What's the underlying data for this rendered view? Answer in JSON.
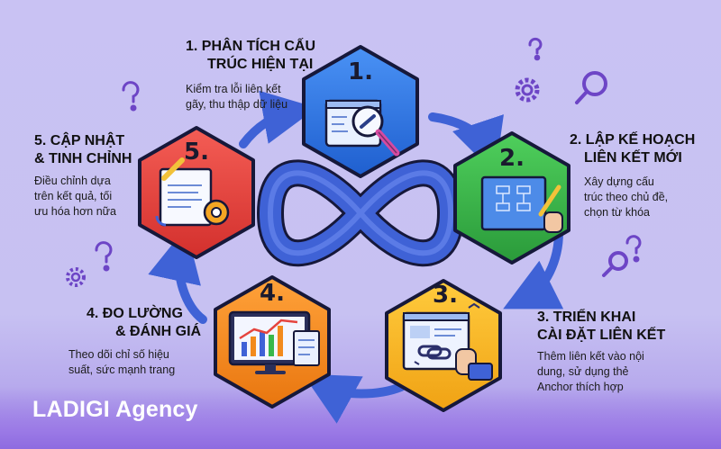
{
  "steps": [
    {
      "number": "1.",
      "title_line1": "1. PHÂN TÍCH CẤU",
      "title_line2": "TRÚC HIỆN TẠI",
      "desc_line1": "Kiểm tra lỗi liên kết",
      "desc_line2": "gãy, thu thập dữ liệu",
      "desc_line3": ""
    },
    {
      "number": "2.",
      "title_line1": "2. LẬP KẾ HOẠCH",
      "title_line2": "LIÊN KẾT MỚI",
      "desc_line1": "Xây dựng cấu",
      "desc_line2": "trúc theo chủ đề,",
      "desc_line3": "chọn từ khóa"
    },
    {
      "number": "3.",
      "title_line1": "3. TRIỂN KHAI",
      "title_line2": "CÀI ĐẶT LIÊN KẾT",
      "desc_line1": "Thêm liên kết vào nội",
      "desc_line2": "dung, sử dụng thẻ",
      "desc_line3": "Anchor thích hợp"
    },
    {
      "number": "4.",
      "title_line1": "4. ĐO LƯỜNG",
      "title_line2": "& ĐÁNH GIÁ",
      "desc_line1": "Theo dõi chỉ số hiệu",
      "desc_line2": "suất, sức mạnh trang",
      "desc_line3": ""
    },
    {
      "number": "5.",
      "title_line1": "5. CẬP NHẬT",
      "title_line2": "& TINH CHỈNH",
      "desc_line1": "Điều chỉnh dựa",
      "desc_line2": "trên kết quả, tối",
      "desc_line3": "ưu hóa hơn nữa"
    }
  ],
  "colors": {
    "step1": "#2f7ae6",
    "step2": "#38b84a",
    "step3": "#f5b21f",
    "step4": "#f28a1c",
    "step5": "#e5443e",
    "arrow": "#3f62d6",
    "hex_border": "#16183a"
  },
  "brand": "LADIGI Agency",
  "icons": [
    "magnifier-link-icon",
    "blueprint-icon",
    "link-chain-icon",
    "monitor-chart-icon",
    "document-gear-icon",
    "question-mark-icon",
    "gear-icon",
    "magnifier-icon",
    "infinity-loop-icon"
  ]
}
